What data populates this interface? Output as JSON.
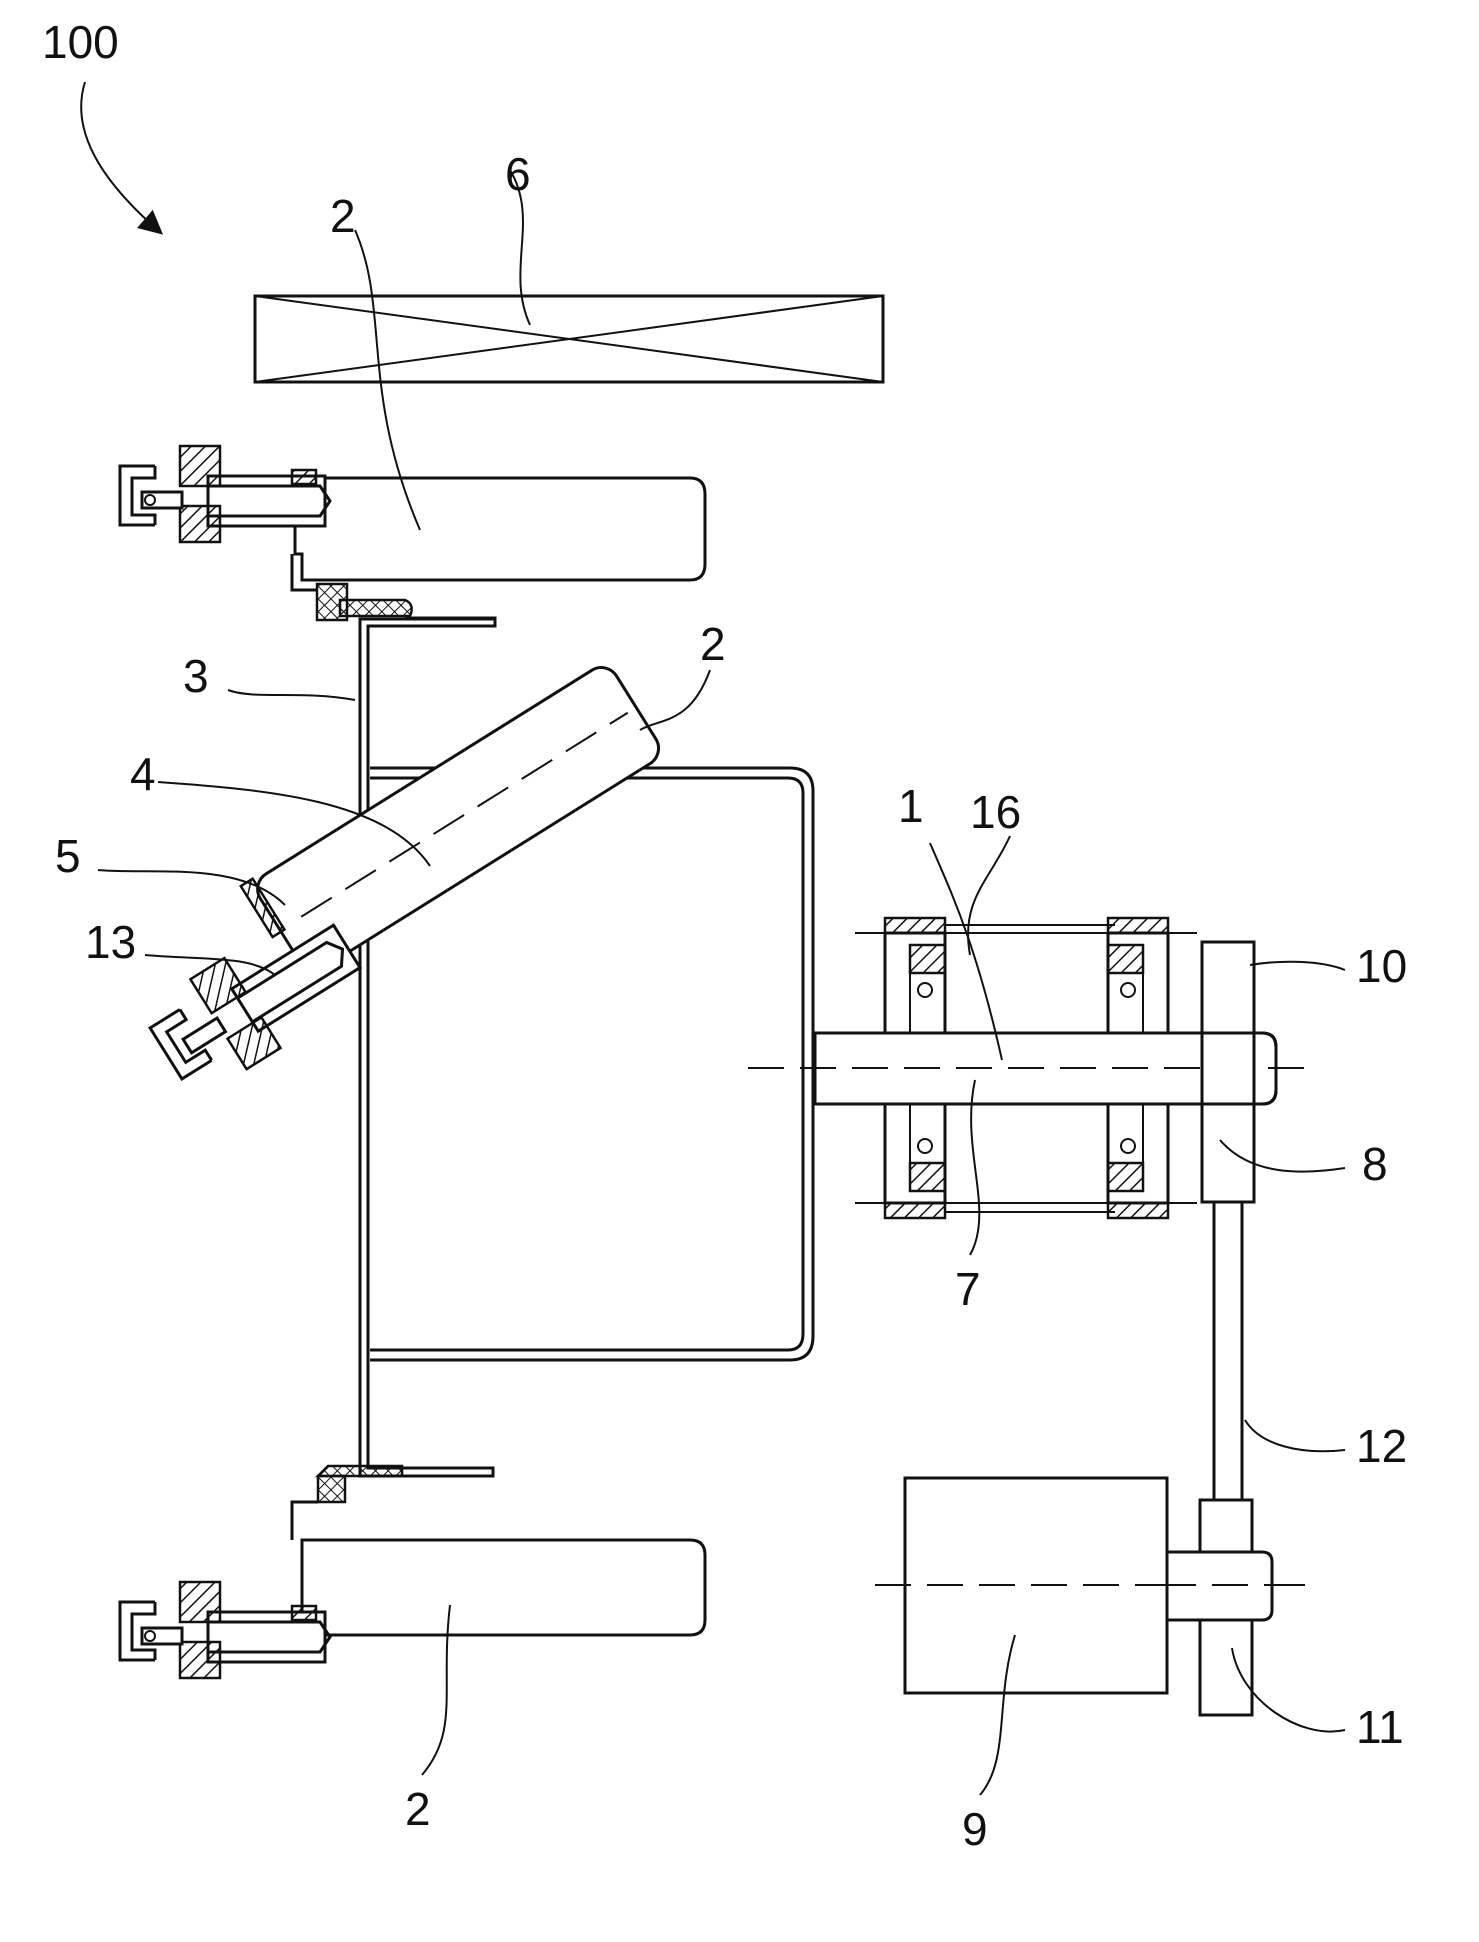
{
  "figure": {
    "assembly_label": "100",
    "labels": {
      "ref_1": "1",
      "ref_2_top": "2",
      "ref_2_angled": "2",
      "ref_2_bottom": "2",
      "ref_3": "3",
      "ref_4": "4",
      "ref_5": "5",
      "ref_6": "6",
      "ref_7": "7",
      "ref_8": "8",
      "ref_9": "9",
      "ref_10": "10",
      "ref_11": "11",
      "ref_12": "12",
      "ref_13": "13",
      "ref_16": "16"
    }
  }
}
